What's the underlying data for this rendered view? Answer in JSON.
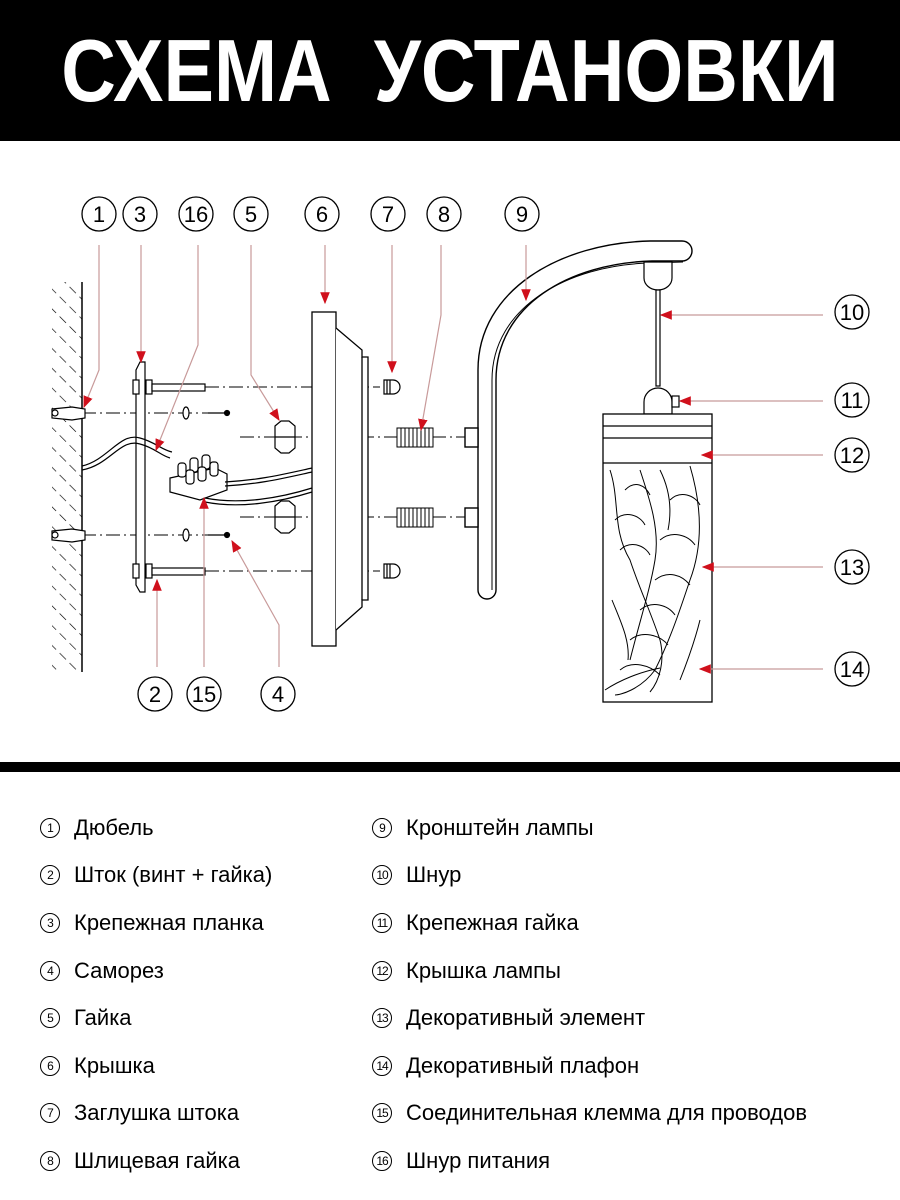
{
  "header": {
    "title": "СХЕМА  УСТАНОВКИ"
  },
  "diagram": {
    "callouts": [
      {
        "n": "1",
        "label": "Дюбель"
      },
      {
        "n": "2",
        "label": "Шток (винт + гайка)"
      },
      {
        "n": "3",
        "label": "Крепежная планка"
      },
      {
        "n": "4",
        "label": "Саморез"
      },
      {
        "n": "5",
        "label": "Гайка"
      },
      {
        "n": "6",
        "label": "Крышка"
      },
      {
        "n": "7",
        "label": "Заглушка штока"
      },
      {
        "n": "8",
        "label": "Шлицевая гайка"
      },
      {
        "n": "9",
        "label": "Кронштейн лампы"
      },
      {
        "n": "10",
        "label": "Шнур"
      },
      {
        "n": "11",
        "label": "Крепежная гайка"
      },
      {
        "n": "12",
        "label": "Крышка лампы"
      },
      {
        "n": "13",
        "label": "Декоративный элемент"
      },
      {
        "n": "14",
        "label": "Декоративный плафон"
      },
      {
        "n": "15",
        "label": "Соединительная клемма для проводов"
      },
      {
        "n": "16",
        "label": "Шнур питания"
      }
    ],
    "colors": {
      "arrow": "#d0101c",
      "leader": "#c89a9a",
      "line": "#000000"
    }
  },
  "legend": {
    "left": [
      {
        "num": "1",
        "text": "Дюбель"
      },
      {
        "num": "2",
        "text": "Шток (винт + гайка)"
      },
      {
        "num": "3",
        "text": "Крепежная планка"
      },
      {
        "num": "4",
        "text": "Саморез"
      },
      {
        "num": "5",
        "text": "Гайка"
      },
      {
        "num": "6",
        "text": "Крышка"
      },
      {
        "num": "7",
        "text": "Заглушка штока"
      },
      {
        "num": "8",
        "text": "Шлицевая гайка"
      }
    ],
    "right": [
      {
        "num": "9",
        "text": "Кронштейн лампы"
      },
      {
        "num": "10",
        "text": "Шнур"
      },
      {
        "num": "11",
        "text": "Крепежная гайка"
      },
      {
        "num": "12",
        "text": "Крышка лампы"
      },
      {
        "num": "13",
        "text": "Декоративный элемент"
      },
      {
        "num": "14",
        "text": "Декоративный плафон"
      },
      {
        "num": "15",
        "text": "Соединительная клемма для проводов"
      },
      {
        "num": "16",
        "text": "Шнур питания"
      }
    ]
  }
}
